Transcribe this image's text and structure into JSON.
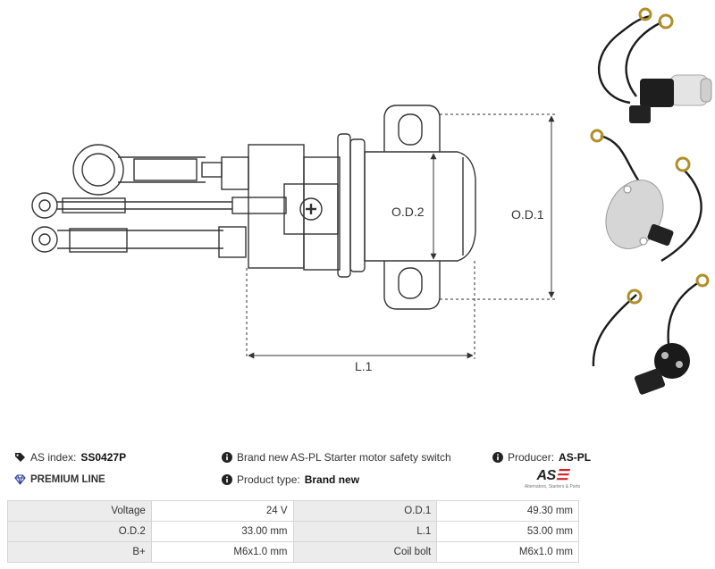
{
  "drawing": {
    "dimension_labels": {
      "od1": "O.D.1",
      "od2": "O.D.2",
      "l1": "L.1"
    }
  },
  "header": {
    "as_index_label": "AS index:",
    "as_index_value": "SS0427P",
    "premium_line": "PREMIUM LINE",
    "description": "Brand new AS-PL Starter motor safety switch",
    "product_type_label": "Product type:",
    "product_type_value": "Brand new",
    "producer_label": "Producer:",
    "producer_value": "AS-PL"
  },
  "logo": {
    "mark": "AS",
    "tagline": "Alternators, Starters & Parts"
  },
  "specs": {
    "rows": [
      {
        "k1": "Voltage",
        "v1": "24 V",
        "k2": "O.D.1",
        "v2": "49.30 mm"
      },
      {
        "k1": "O.D.2",
        "v1": "33.00 mm",
        "k2": "L.1",
        "v2": "53.00 mm"
      },
      {
        "k1": "B+",
        "v1": "M6x1.0 mm",
        "k2": "Coil bolt",
        "v2": "M6x1.0 mm"
      }
    ]
  },
  "colors": {
    "premium": "#2b3f9e",
    "logo_red": "#d21f26",
    "key_cell": "#ececec"
  }
}
